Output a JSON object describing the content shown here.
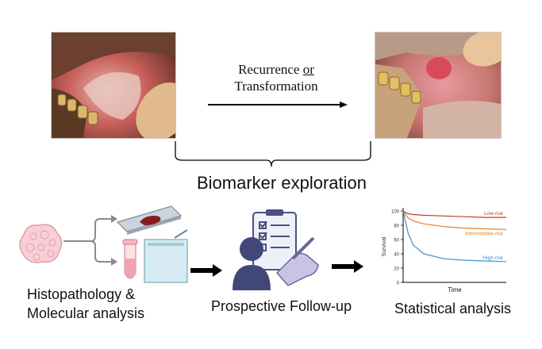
{
  "top": {
    "arrow_line1": "Recurrence ",
    "arrow_line1_underlined": "or",
    "arrow_line2": "Transformation",
    "bracket_label": "Biomarker exploration"
  },
  "bottom": {
    "histo_label_line1": "Histopathology &",
    "histo_label_line2": "Molecular analysis",
    "followup_label": "Prospective Follow-up",
    "stats_label": "Statistical analysis"
  },
  "chart_data": {
    "type": "line",
    "xlabel": "Time",
    "ylabel": "Survival",
    "ylim": [
      0,
      100
    ],
    "yticks": [
      "0",
      "20",
      "40",
      "60",
      "80",
      "100"
    ],
    "grid": false,
    "series": [
      {
        "name": "Low risk",
        "color": "#c0392b",
        "x": [
          0,
          5,
          10,
          20,
          40,
          60,
          80,
          100
        ],
        "values": [
          100,
          96,
          95,
          94,
          93,
          92,
          91,
          91
        ]
      },
      {
        "name": "Intermediate risk",
        "color": "#e67e22",
        "x": [
          0,
          5,
          10,
          20,
          40,
          60,
          80,
          100
        ],
        "values": [
          100,
          90,
          86,
          82,
          78,
          76,
          75,
          74
        ]
      },
      {
        "name": "High risk",
        "color": "#3a8fd0",
        "x": [
          0,
          5,
          10,
          20,
          40,
          60,
          80,
          100
        ],
        "values": [
          100,
          68,
          52,
          40,
          33,
          31,
          30,
          29
        ]
      }
    ]
  }
}
